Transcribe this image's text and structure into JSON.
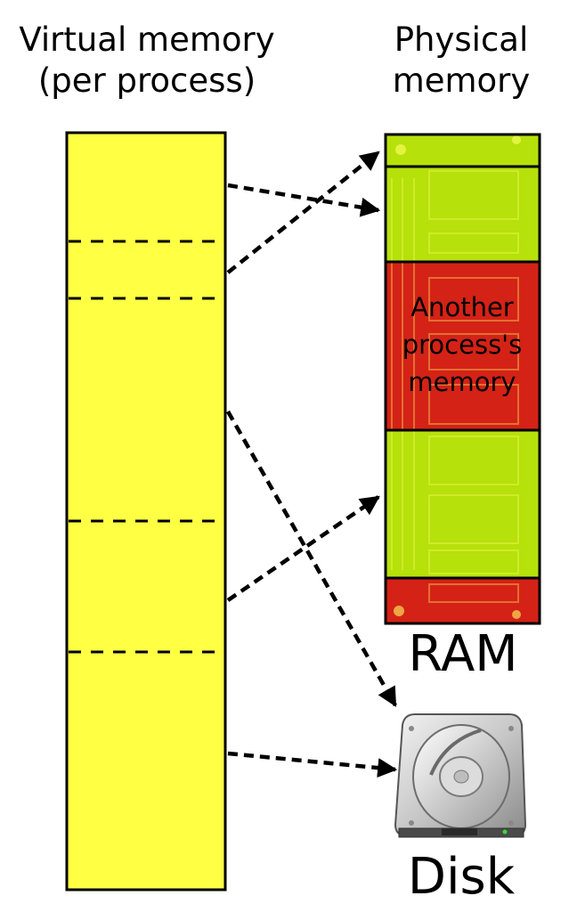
{
  "virtual_memory": {
    "title_lines": [
      "Virtual memory",
      "(per process)"
    ],
    "fill_color": "#ffff44"
  },
  "physical_memory": {
    "title_lines": [
      "Physical",
      "memory"
    ],
    "label": "RAM",
    "own_color": "#b6e10a",
    "other_color": "#d42216",
    "other_process_lines": [
      "Another",
      "process's",
      "memory"
    ]
  },
  "disk": {
    "label": "Disk",
    "icon": "hard-disk-icon"
  },
  "arrow_style": "dashed"
}
